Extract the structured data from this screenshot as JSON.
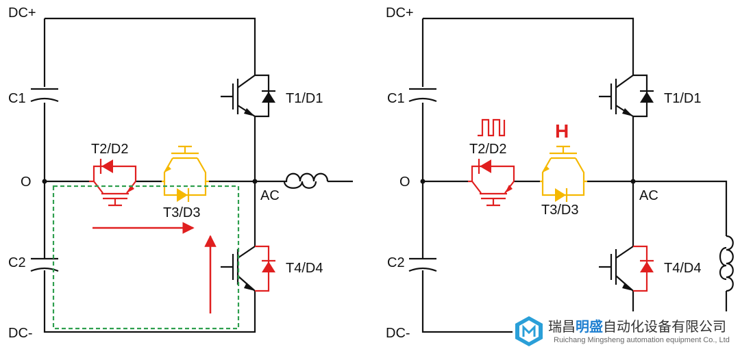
{
  "left": {
    "dc_plus": "DC+",
    "dc_minus": "DC-",
    "c1": "C1",
    "c2": "C2",
    "o": "O",
    "ac": "AC",
    "t1": "T1/D1",
    "t2": "T2/D2",
    "t3": "T3/D3",
    "t4": "T4/D4"
  },
  "right": {
    "dc_plus": "DC+",
    "dc_minus": "DC-",
    "c1": "C1",
    "c2": "C2",
    "o": "O",
    "ac": "AC",
    "t1": "T1/D1",
    "t2": "T2/D2",
    "t3": "T3/D3",
    "t4": "T4/D4",
    "t3_gate_state": "H"
  },
  "logo": {
    "cn_prefix": "瑞昌",
    "cn_highlight": "明盛",
    "cn_suffix": "自动化设备有限公司",
    "en": "Ruichang Mingsheng automation equipment Co., Ltd"
  }
}
